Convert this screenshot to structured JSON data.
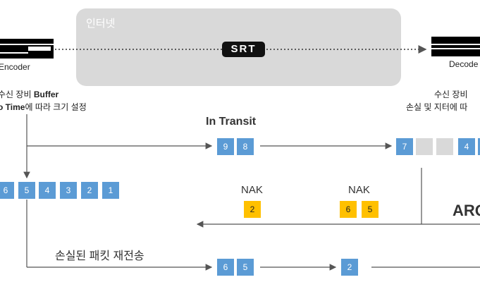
{
  "internet_label": "인터넷",
  "srt_badge": "SRT",
  "encoder": {
    "label": "Encoder",
    "note_line1_prefix": "수신 장비 ",
    "note_line1_bold": "Buffer",
    "note_line2_bold": "o Time",
    "note_line2_suffix": "에 따라 크기 설정"
  },
  "decoder": {
    "label": "Decode",
    "note_line1": "수신 장비",
    "note_line2": "손실 및 지터에 따"
  },
  "in_transit_label": "In Transit",
  "in_transit_packets": [
    "9",
    "8"
  ],
  "receiver_packets": [
    "7",
    "",
    "",
    "4"
  ],
  "sender_buffer_packets": [
    "6",
    "5",
    "4",
    "3",
    "2",
    "1"
  ],
  "nak": [
    {
      "label": "NAK",
      "packets": [
        "2"
      ]
    },
    {
      "label": "NAK",
      "packets": [
        "6",
        "5"
      ]
    }
  ],
  "arq_label": "ARQ",
  "retransmit": {
    "label": "손실된 패킷 재전송",
    "packets_first": [
      "6",
      "5"
    ],
    "packets_second": [
      "2"
    ]
  },
  "colors": {
    "packet_blue": "#5b9bd5",
    "nak_yellow": "#ffc000",
    "lost_gray": "#d9d9d9",
    "cloud_gray": "#d9d9d9"
  }
}
